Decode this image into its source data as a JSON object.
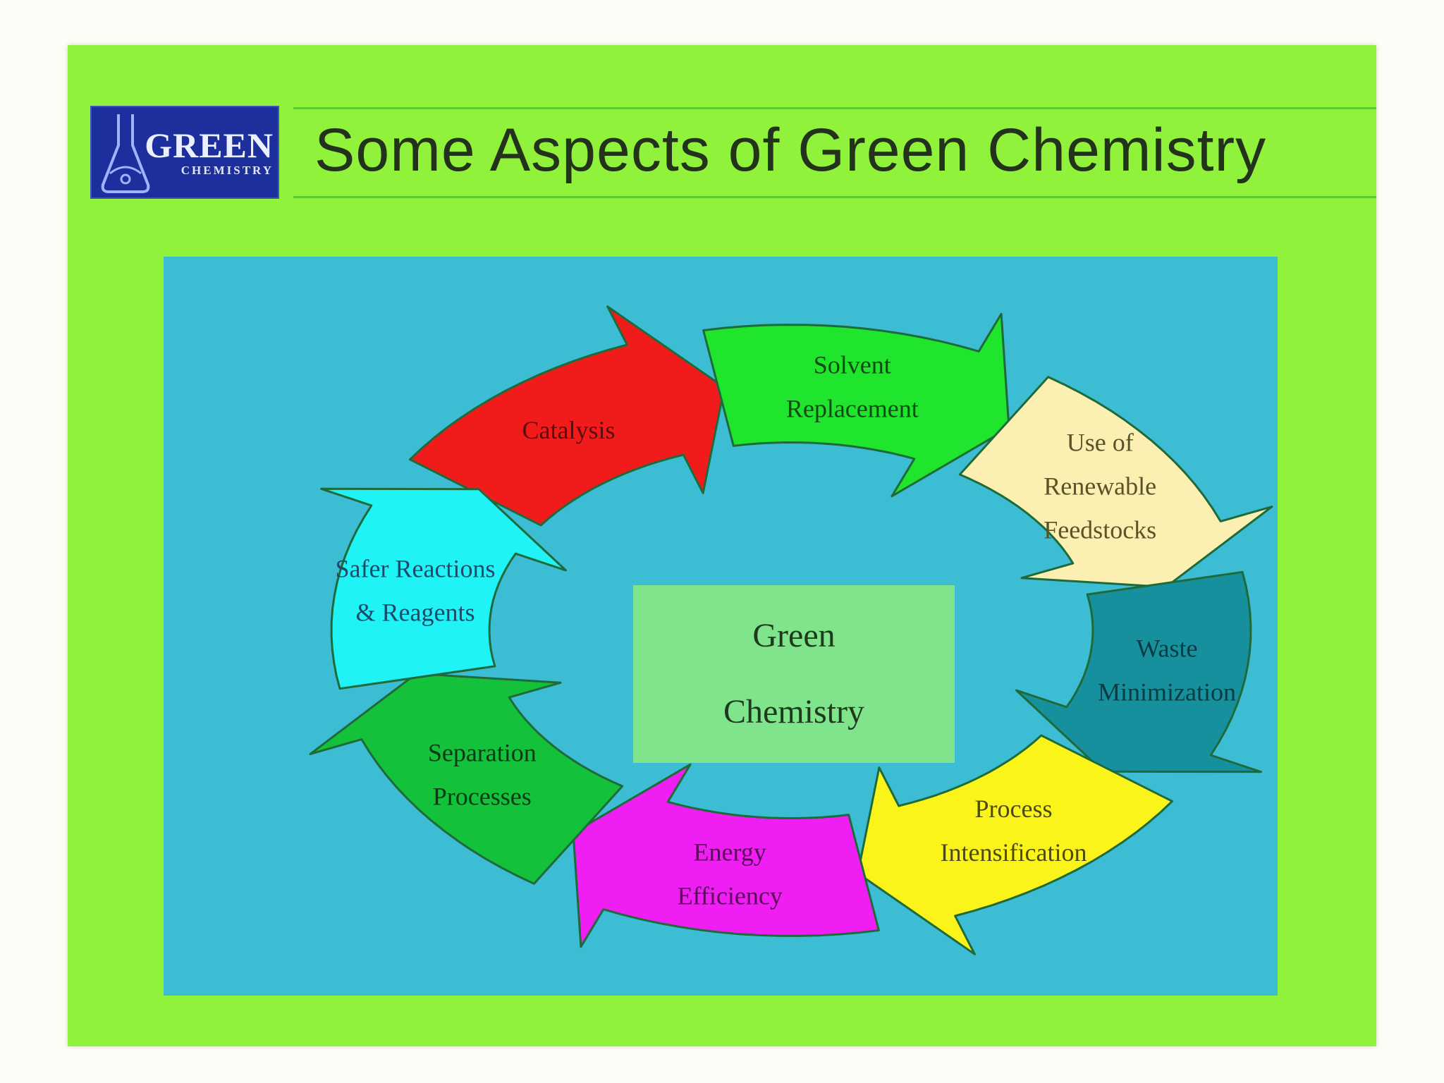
{
  "header": {
    "title": "Some Aspects of Green Chemistry",
    "logo_text": "GREEN",
    "logo_subtext": "CHEMISTRY"
  },
  "center": {
    "line1": "Green",
    "line2": "Chemistry"
  },
  "cycle": [
    {
      "id": "catalysis",
      "lines": [
        "Catalysis"
      ],
      "color": "#f21b1b",
      "text_color": "#5a0d0d"
    },
    {
      "id": "solvent-replacement",
      "lines": [
        "Solvent",
        "Replacement"
      ],
      "color": "#1fe62d",
      "text_color": "#0e4a12"
    },
    {
      "id": "renewable-feedstocks",
      "lines": [
        "Use of",
        "Renewable",
        "Feedstocks"
      ],
      "color": "#fbf0b2",
      "text_color": "#5a5228"
    },
    {
      "id": "waste-minimization",
      "lines": [
        "Waste",
        "Minimization"
      ],
      "color": "#17909d",
      "text_color": "#083c42"
    },
    {
      "id": "process-intensification",
      "lines": [
        "Process",
        "Intensification"
      ],
      "color": "#fbf41b",
      "text_color": "#4d4a0c"
    },
    {
      "id": "energy-efficiency",
      "lines": [
        "Energy",
        "Efficiency"
      ],
      "color": "#ef1ef2",
      "text_color": "#5a0a5a"
    },
    {
      "id": "separation-processes",
      "lines": [
        "Separation",
        "Processes"
      ],
      "color": "#13c23a",
      "text_color": "#0a3a14"
    },
    {
      "id": "safer-reactions",
      "lines": [
        "Safer Reactions",
        "& Reagents"
      ],
      "color": "#1ff3f5",
      "text_color": "#1e4a6a"
    }
  ],
  "colors": {
    "slide_bg": "#90f23a",
    "panel_bg": "#3cbdd3",
    "center_box": "#7fe48c",
    "logo_bg": "#1c2f9c"
  }
}
